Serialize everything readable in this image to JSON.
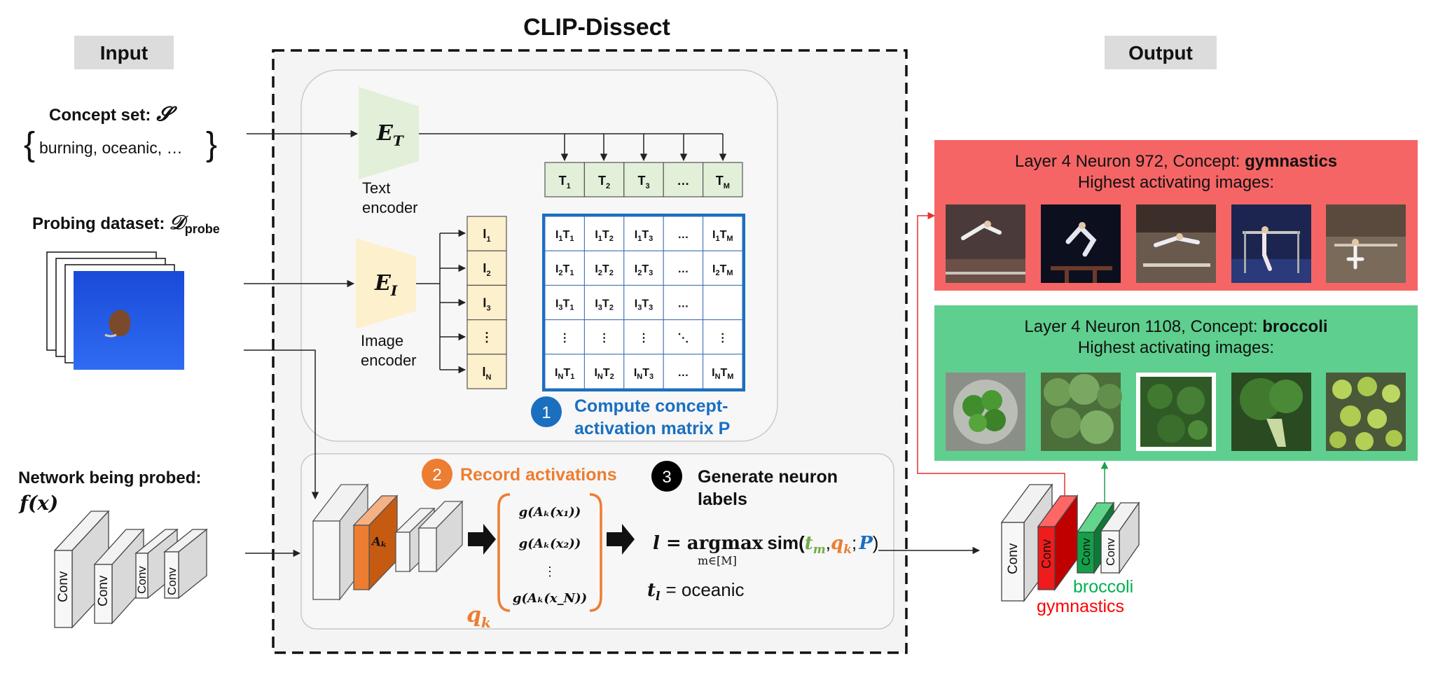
{
  "title": "CLIP-Dissect",
  "input": {
    "header": "Input",
    "concept_set_label": "Concept set:",
    "concept_set_symbol": "𝓢",
    "concept_set_values": "burning, oceanic, …",
    "probing_label": "Probing dataset:",
    "probing_symbol": "𝒟",
    "probing_subscript": "probe",
    "network_label": "Network being probed:",
    "network_symbol": "f(x)",
    "conv_label": "Conv"
  },
  "encoders": {
    "text_symbol": "E",
    "text_sub": "T",
    "text_caption_1": "Text",
    "text_caption_2": "encoder",
    "image_symbol": "E",
    "image_sub": "I",
    "image_caption_1": "Image",
    "image_caption_2": "encoder"
  },
  "text_embeddings": [
    {
      "base": "T",
      "sub": "1"
    },
    {
      "base": "T",
      "sub": "2"
    },
    {
      "base": "T",
      "sub": "3"
    },
    {
      "base": "…",
      "sub": ""
    },
    {
      "base": "T",
      "sub": "M"
    }
  ],
  "image_embeddings": [
    {
      "base": "I",
      "sub": "1"
    },
    {
      "base": "I",
      "sub": "2"
    },
    {
      "base": "I",
      "sub": "3"
    },
    {
      "base": "⋮",
      "sub": ""
    },
    {
      "base": "I",
      "sub": "N"
    }
  ],
  "matrix_rows": [
    [
      "I1T1",
      "I1T2",
      "I1T3",
      "…",
      "I1TM"
    ],
    [
      "I2T1",
      "I2T2",
      "I2T3",
      "…",
      "I2TM"
    ],
    [
      "I3T1",
      "I3T2",
      "I3T3",
      "…",
      ""
    ],
    [
      "⋮",
      "⋮",
      "⋮",
      "⋱",
      "⋮"
    ],
    [
      "INT1",
      "INT2",
      "INT3",
      "…",
      "INTM"
    ]
  ],
  "steps": {
    "step1_number": "1",
    "step1_line1": "Compute concept-",
    "step1_line2": "activation matrix P",
    "step2_number": "2",
    "step2_label": "Record activations",
    "step3_number": "3",
    "step3_line1": "Generate neuron",
    "step3_line2": "labels"
  },
  "activations": {
    "layer_label": "Aₖ",
    "entries": [
      "g(Aₖ(x₁))",
      "g(Aₖ(x₂))",
      "⋮",
      "g(Aₖ(x_N))"
    ],
    "vector_label": "q",
    "vector_sub": "k"
  },
  "formula": {
    "lhs": "l =",
    "op": "argmax",
    "under": "m∈[M]",
    "sim": "sim(",
    "t": "t",
    "t_sub": "m",
    "comma1": ",",
    "q": "q",
    "q_sub": "k",
    "semi": ";",
    "p": "P",
    "close": ")",
    "result_t": "t",
    "result_sub": "l",
    "result_eq": "= oceanic"
  },
  "output": {
    "header": "Output",
    "card1_line1_prefix": "Layer 4 Neuron 972, Concept: ",
    "card1_concept": "gymnastics",
    "card1_line2": "Highest activating images:",
    "card2_line1_prefix": "Layer 4 Neuron 1108, Concept: ",
    "card2_concept": "broccoli",
    "card2_line2": "Highest activating images:",
    "label_broccoli": "broccoli",
    "label_gymnastics": "gymnastics"
  },
  "colors": {
    "step1": "#1a6fbf",
    "step2": "#ed7d31",
    "card_red": "#f56565",
    "card_green": "#5ecf8e",
    "text_green_sub": "#70ad47",
    "gymnastics_red": "#ff0000",
    "broccoli_green": "#00b050"
  }
}
